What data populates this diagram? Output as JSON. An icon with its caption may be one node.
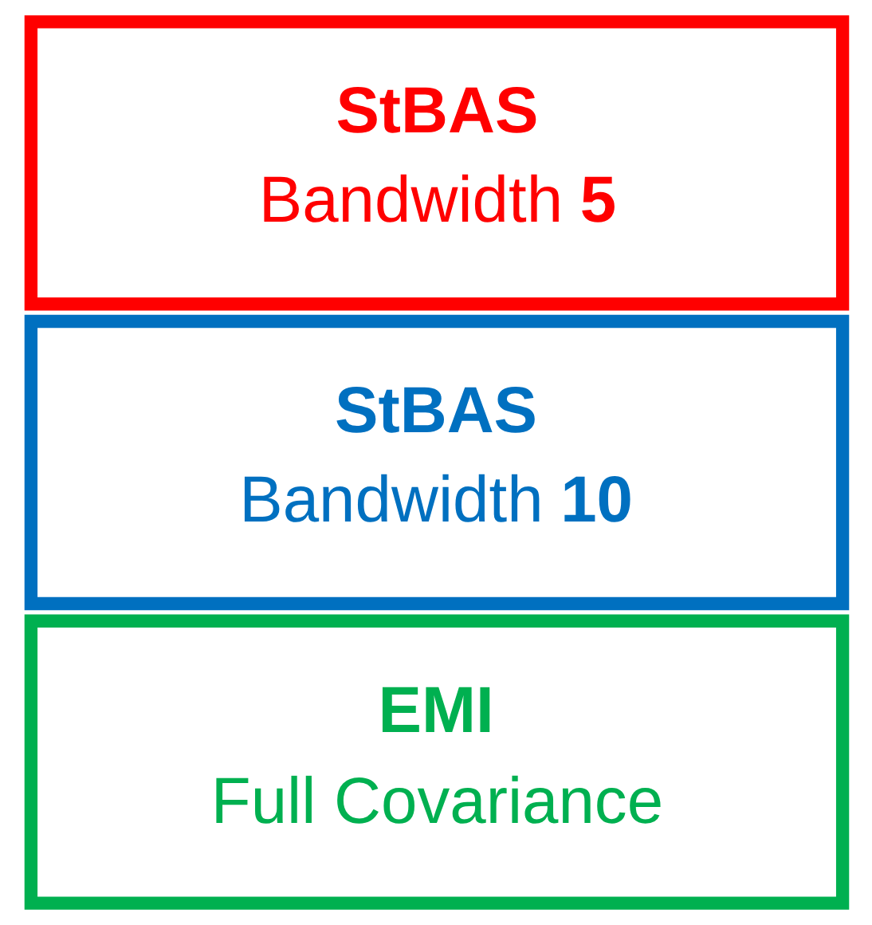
{
  "diagram": {
    "nodes": [
      {
        "text": [
          "StBAS",
          "Bandwidth **5**"
        ]
      },
      {
        "text": [
          "StBAS",
          "Bandwidth **10**"
        ]
      },
      {
        "text": [
          "EMI",
          "Full Covariance"
        ]
      }
    ]
  }
}
